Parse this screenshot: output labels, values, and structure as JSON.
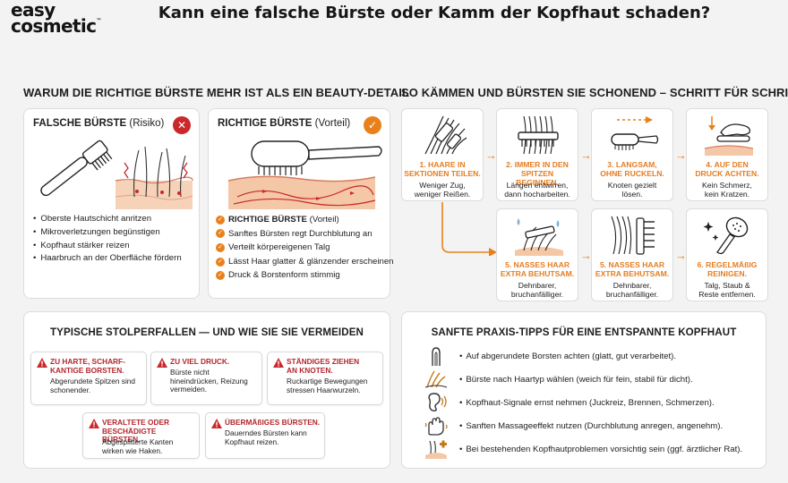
{
  "brand": {
    "line1": "easy",
    "line2": "cosmetic",
    "tm": "™"
  },
  "title": "Kann eine falsche Bürste oder Kamm der Kopfhaut schaden?",
  "section_why": {
    "heading": "WARUM DIE RICHTIGE BÜRSTE MEHR IST ALS EIN BEAUTY-DETAIL",
    "wrong": {
      "title": "FALSCHE BÜRSTE",
      "subtitle": "(Risiko)",
      "badge": "✕",
      "points": [
        "Oberste Hautschicht anritzen",
        "Mikroverletzungen begünstigen",
        "Kopfhaut stärker reizen",
        "Haarbruch an der Oberfläche fördern"
      ]
    },
    "right": {
      "title": "RICHTIGE BÜRSTE",
      "subtitle": "(Vorteil)",
      "badge": "✓",
      "points_lead_title": "RICHTIGE BÜRSTE",
      "points_lead_subtitle": "(Vorteil)",
      "points": [
        "Sanftes Bürsten regt Durchblutung an",
        "Verteilt körpereigenen Talg",
        "Lässt Haar glatter & glänzender erscheinen",
        "Druck & Borstenform stimmig"
      ]
    }
  },
  "section_steps": {
    "heading": "SO KÄMMEN UND BÜRSTEN SIE SCHONEND – SCHRITT FÜR SCHRITT",
    "steps": [
      {
        "title": "1. HAARE IN\nSEKTIONEN TEILEN.",
        "desc": "Weniger Zug,\nweniger Reißen.",
        "icon": "hair-sections-icon"
      },
      {
        "title": "2. IMMER IN DEN\nSPITZEN BEGINNEN.",
        "desc": "Längen entwirren,\ndann hocharbeiten.",
        "icon": "comb-icon"
      },
      {
        "title": "3. LANGSAM,\nOHNE RUCKELN.",
        "desc": "Knoten gezielt\nlösen.",
        "icon": "brush-motion-icon"
      },
      {
        "title": "4. AUF DEN\nDRUCK ACHTEN.",
        "desc": "Kein Schmerz,\nkein Kratzen.",
        "icon": "hand-pressure-icon"
      },
      {
        "title": "5. NASSES HAAR\nEXTRA BEHUTSAM.",
        "desc": "Dehnbarer,\nbruchanfälliger.",
        "icon": "wet-comb-icon"
      },
      {
        "title": "5. NASSES HAAR\nEXTRA BEHUTSAM.",
        "desc": "Dehnbarer,\nbruchanfälliger.",
        "icon": "wide-comb-icon"
      },
      {
        "title": "6. REGELMÄßIG\nREINIGEN.",
        "desc": "Talg, Staub &\nReste entfernen.",
        "icon": "clean-brush-icon"
      }
    ]
  },
  "section_pitfalls": {
    "heading": "TYPISCHE STOLPERFALLEN — UND WIE SIE SIE VERMEIDEN",
    "items": [
      {
        "title": "ZU HARTE, SCHARF-\nKANTIGE BORSTEN.",
        "desc": "Abgerundete Spitzen sind\nschonender."
      },
      {
        "title": "ZU VIEL DRUCK.",
        "desc": "Bürste nicht\nhineindrücken, Reizung\nvermeiden."
      },
      {
        "title": "STÄNDIGES ZIEHEN\nAN KNOTEN.",
        "desc": "Ruckartige Bewegungen\nstressen Haarwurzeln."
      },
      {
        "title": "VERALTETE ODER\nBESCHÄDIGTE BÜRSTEN.",
        "desc": "Abgesplitterte Kanten\nwirken wie Haken."
      },
      {
        "title": "ÜBERMÄßIGES BÜRSTEN.",
        "desc": "Dauerndes Bürsten kann\nKopfhaut reizen."
      }
    ]
  },
  "section_tips": {
    "heading": "SANFTE PRAXIS-TIPPS FÜR EINE ENTSPANNTE KOPFHAUT",
    "items": [
      {
        "text": "Auf abgerundete Borsten achten (glatt, gut verarbeitet).",
        "icon": "bristle-tip-icon"
      },
      {
        "text": "Bürste nach Haartyp wählen (weich für fein, stabil für dicht).",
        "icon": "hair-type-icon"
      },
      {
        "text": "Kopfhaut-Signale ernst nehmen (Juckreiz, Brennen, Schmerzen).",
        "icon": "ear-signal-icon"
      },
      {
        "text": "Sanften Massageeffekt nutzen (Durchblutung anregen, angenehm).",
        "icon": "massage-hand-icon"
      },
      {
        "text": "Bei bestehenden Kopfhautproblemen vorsichtig sein (ggf. ärztlicher Rat).",
        "icon": "scalp-care-icon"
      }
    ]
  },
  "colors": {
    "accent": "#e8811c",
    "danger": "#c9282c",
    "step_title": "#e47d20",
    "skin": "#f3c9a9"
  }
}
